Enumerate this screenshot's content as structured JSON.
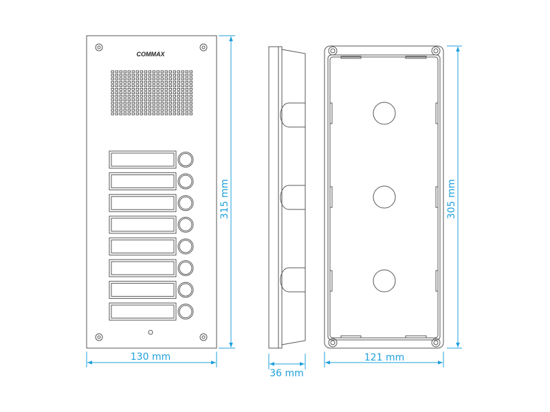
{
  "brand": {
    "logo": "COMMAX"
  },
  "front_panel": {
    "call_buttons": 8,
    "grille_columns": 20,
    "grille_rows": 13
  },
  "dimensions": {
    "front_width": "130 mm",
    "front_height": "315 mm",
    "side_depth": "36 mm",
    "box_width": "121 mm",
    "box_height": "305 mm"
  },
  "colors": {
    "dimension": "#1fa0dc",
    "line": "#555555"
  }
}
